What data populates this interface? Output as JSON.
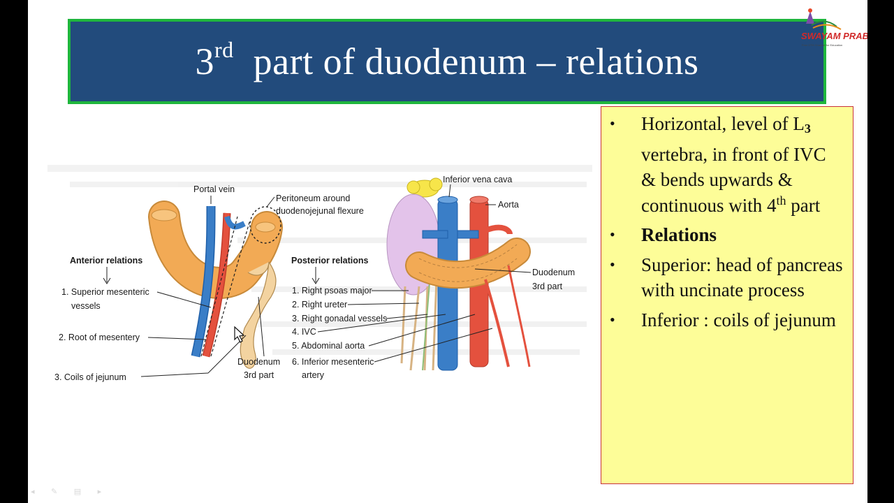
{
  "slide": {
    "title_main": "3",
    "title_sup": "rd",
    "title_rest": "part of duodenum – relations"
  },
  "logo": {
    "brand": "SWAYAM PRABHA",
    "tagline": "Free DTH Channel for Education"
  },
  "diagram": {
    "anterior": {
      "heading": "Anterior relations",
      "labels": [
        "1. Superior mesenteric",
        "vessels",
        "2. Root of mesentery",
        "3. Coils of jejunum"
      ],
      "portal_vein": "Portal vein",
      "peritoneum_line1": "Peritoneum around",
      "peritoneum_line2": "duodenojejunal flexure",
      "duodenum_line1": "Duodenum",
      "duodenum_line2": "3rd part"
    },
    "posterior": {
      "heading": "Posterior relations",
      "labels": [
        "1. Right psoas major",
        "2. Right ureter",
        "3. Right gonadal vessels",
        "4. IVC",
        "5. Abdominal aorta",
        "6. Inferior mesenteric",
        "artery"
      ],
      "ivc": "Inferior vena cava",
      "aorta": "Aorta",
      "duodenum_line1": "Duodenum",
      "duodenum_line2": "3rd part"
    }
  },
  "info_box": {
    "item1_a": "Horizontal, level of L",
    "item1_sub": "3",
    "item1_b": " vertebra, in front of IVC & bends upwards & continuous with 4",
    "item1_sup": "th",
    "item1_c": " part",
    "item2": "Relations",
    "item3": "Superior: head of pancreas with uncinate process",
    "item4": "Inferior : coils of jejunum"
  },
  "controls": "◂ ✎ ▤ ▸",
  "colors": {
    "title_bg": "#224b7c",
    "title_border": "#1fb63d",
    "info_bg": "#fdfd98",
    "info_border": "#c8323c",
    "vein_blue": "#3a7ec7",
    "artery_red": "#e4513e",
    "duodenum_orange": "#f2aa55"
  }
}
